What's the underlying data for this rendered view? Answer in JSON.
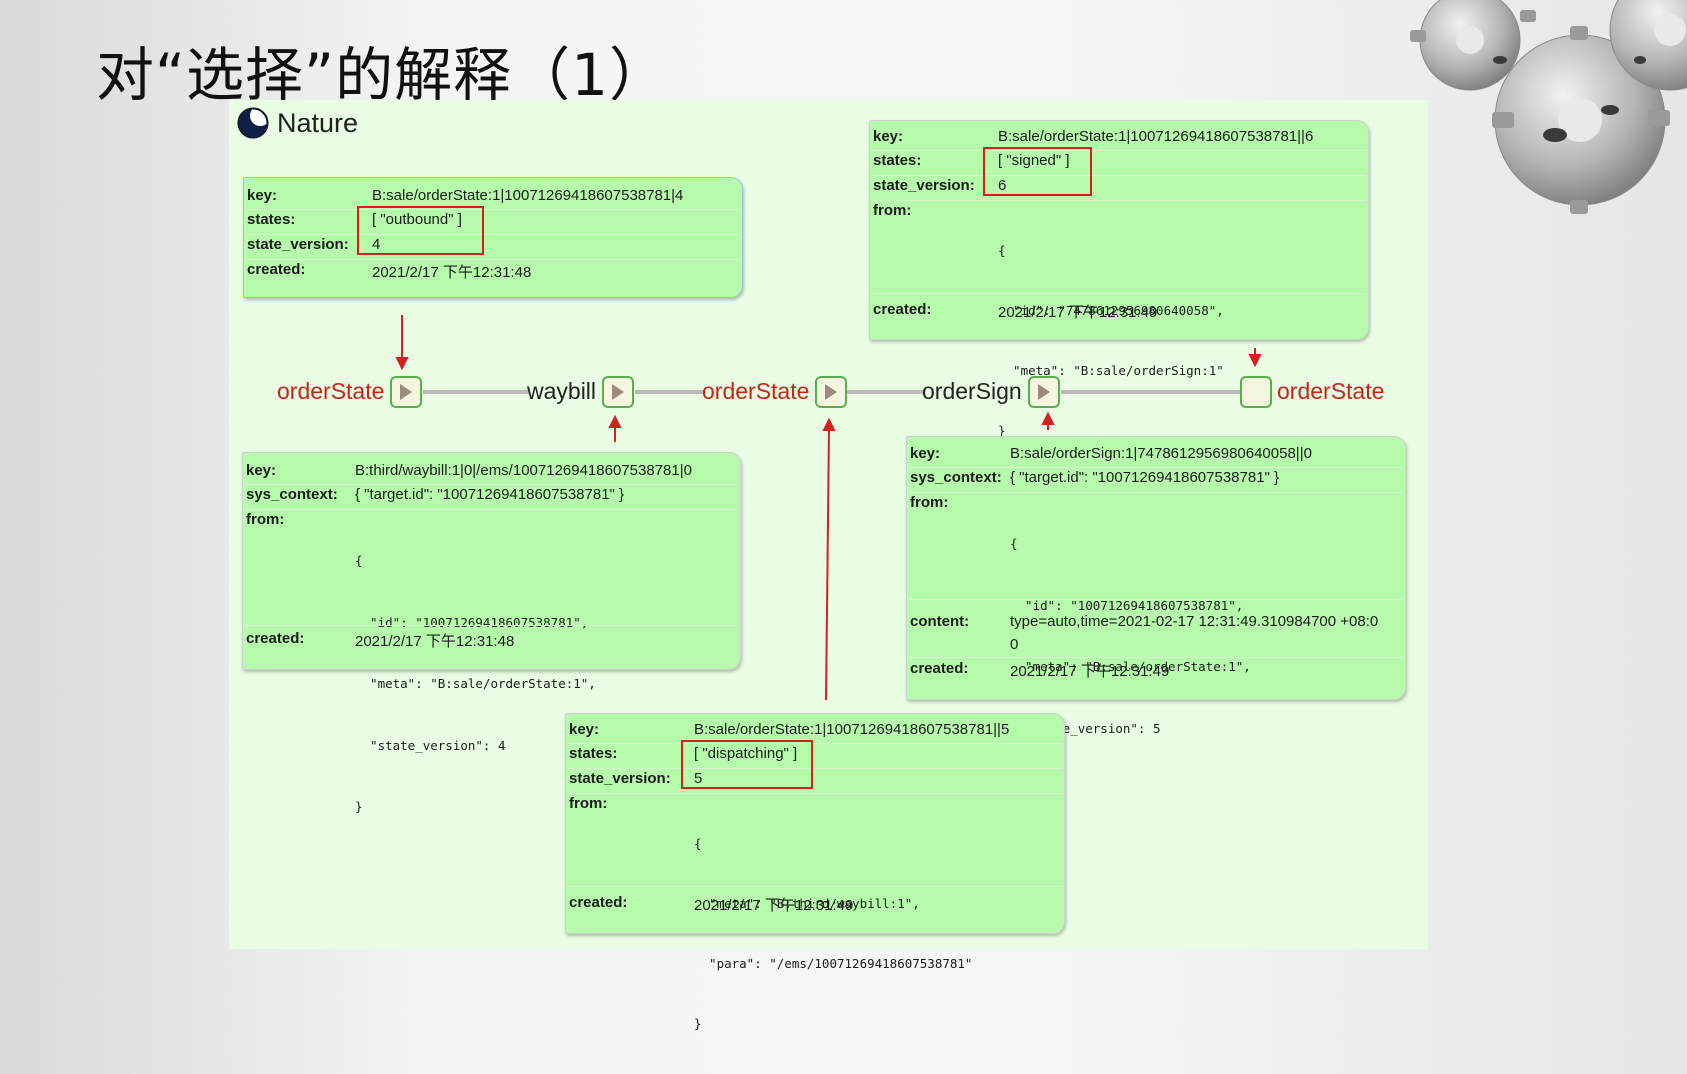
{
  "slide": {
    "title": "对“选择”的解释（1）"
  },
  "brand": {
    "name": "Nature",
    "logo_icon": "nature-logo-icon"
  },
  "flow": {
    "nodes": [
      {
        "label": "orderState",
        "color": "#c8241b",
        "has_play": true
      },
      {
        "label": "waybill",
        "color": "#222222",
        "has_play": true
      },
      {
        "label": "orderState",
        "color": "#c8241b",
        "has_play": true
      },
      {
        "label": "orderSign",
        "color": "#222222",
        "has_play": true
      },
      {
        "label": "orderState",
        "color": "#c8241b",
        "has_play": false
      }
    ]
  },
  "cards": {
    "state4": {
      "key_label": "key:",
      "key": "B:sale/orderState:1|1007126941860753878​1|4",
      "states_label": "states:",
      "states": "[ \"outbound\" ]",
      "version_label": "state_version:",
      "version": "4",
      "created_label": "created:",
      "created": "2021/2/17 下午12:31:48"
    },
    "state6": {
      "key_label": "key:",
      "key": "B:sale/orderState:1|10071269418607538781||6",
      "states_label": "states:",
      "states": "[ \"signed\" ]",
      "version_label": "state_version:",
      "version": "6",
      "from_label": "from:",
      "from_lines": [
        "{",
        "  \"id\": \"7478612956980640058\",",
        "  \"meta\": \"B:sale/orderSign:1\"",
        "}"
      ],
      "created_label": "created:",
      "created": "2021/2/17 下午12:31:49"
    },
    "waybill": {
      "key_label": "key:",
      "key": "B:third/waybill:1|0|/ems/10071269418607538781|0",
      "ctx_label": "sys_context:",
      "ctx": "{ \"target.id\": \"10071269418607538781\" }",
      "from_label": "from:",
      "from_lines": [
        "{",
        "  \"id\": \"10071269418607538781\",",
        "  \"meta\": \"B:sale/orderState:1\",",
        "  \"state_version\": 4",
        "}"
      ],
      "created_label": "created:",
      "created": "2021/2/17 下午12:31:48"
    },
    "sign": {
      "key_label": "key:",
      "key": "B:sale/orderSign:1|7478612956980640058||0",
      "ctx_label": "sys_context:",
      "ctx": "{ \"target.id\": \"10071269418607538781\" }",
      "from_label": "from:",
      "from_lines": [
        "{",
        "  \"id\": \"10071269418607538781\",",
        "  \"meta\": \"B:sale/orderState:1\",",
        "  \"state_version\": 5",
        "}"
      ],
      "content_label": "content:",
      "content_1": "type=auto,time=2021-02-17 12:31:49.310984700 +08:0",
      "content_2": "0",
      "created_label": "created:",
      "created": "2021/2/17 下午12:31:49"
    },
    "state5": {
      "key_label": "key:",
      "key": "B:sale/orderState:1|10071269418607538781||5",
      "states_label": "states:",
      "states": "[ \"dispatching\" ]",
      "version_label": "state_version:",
      "version": "5",
      "from_label": "from:",
      "from_lines": [
        "{",
        "  \"meta\": \"B:third/waybill:1\",",
        "  \"para\": \"/ems/10071269418607538781\"",
        "}"
      ],
      "created_label": "created:",
      "created": "2021/2/17 下午12:31:49"
    }
  },
  "colors": {
    "card_bg": "#b6fbab",
    "panel_bg": "#e8fde3",
    "highlight": "#d32020",
    "node_border": "#57b04a"
  }
}
